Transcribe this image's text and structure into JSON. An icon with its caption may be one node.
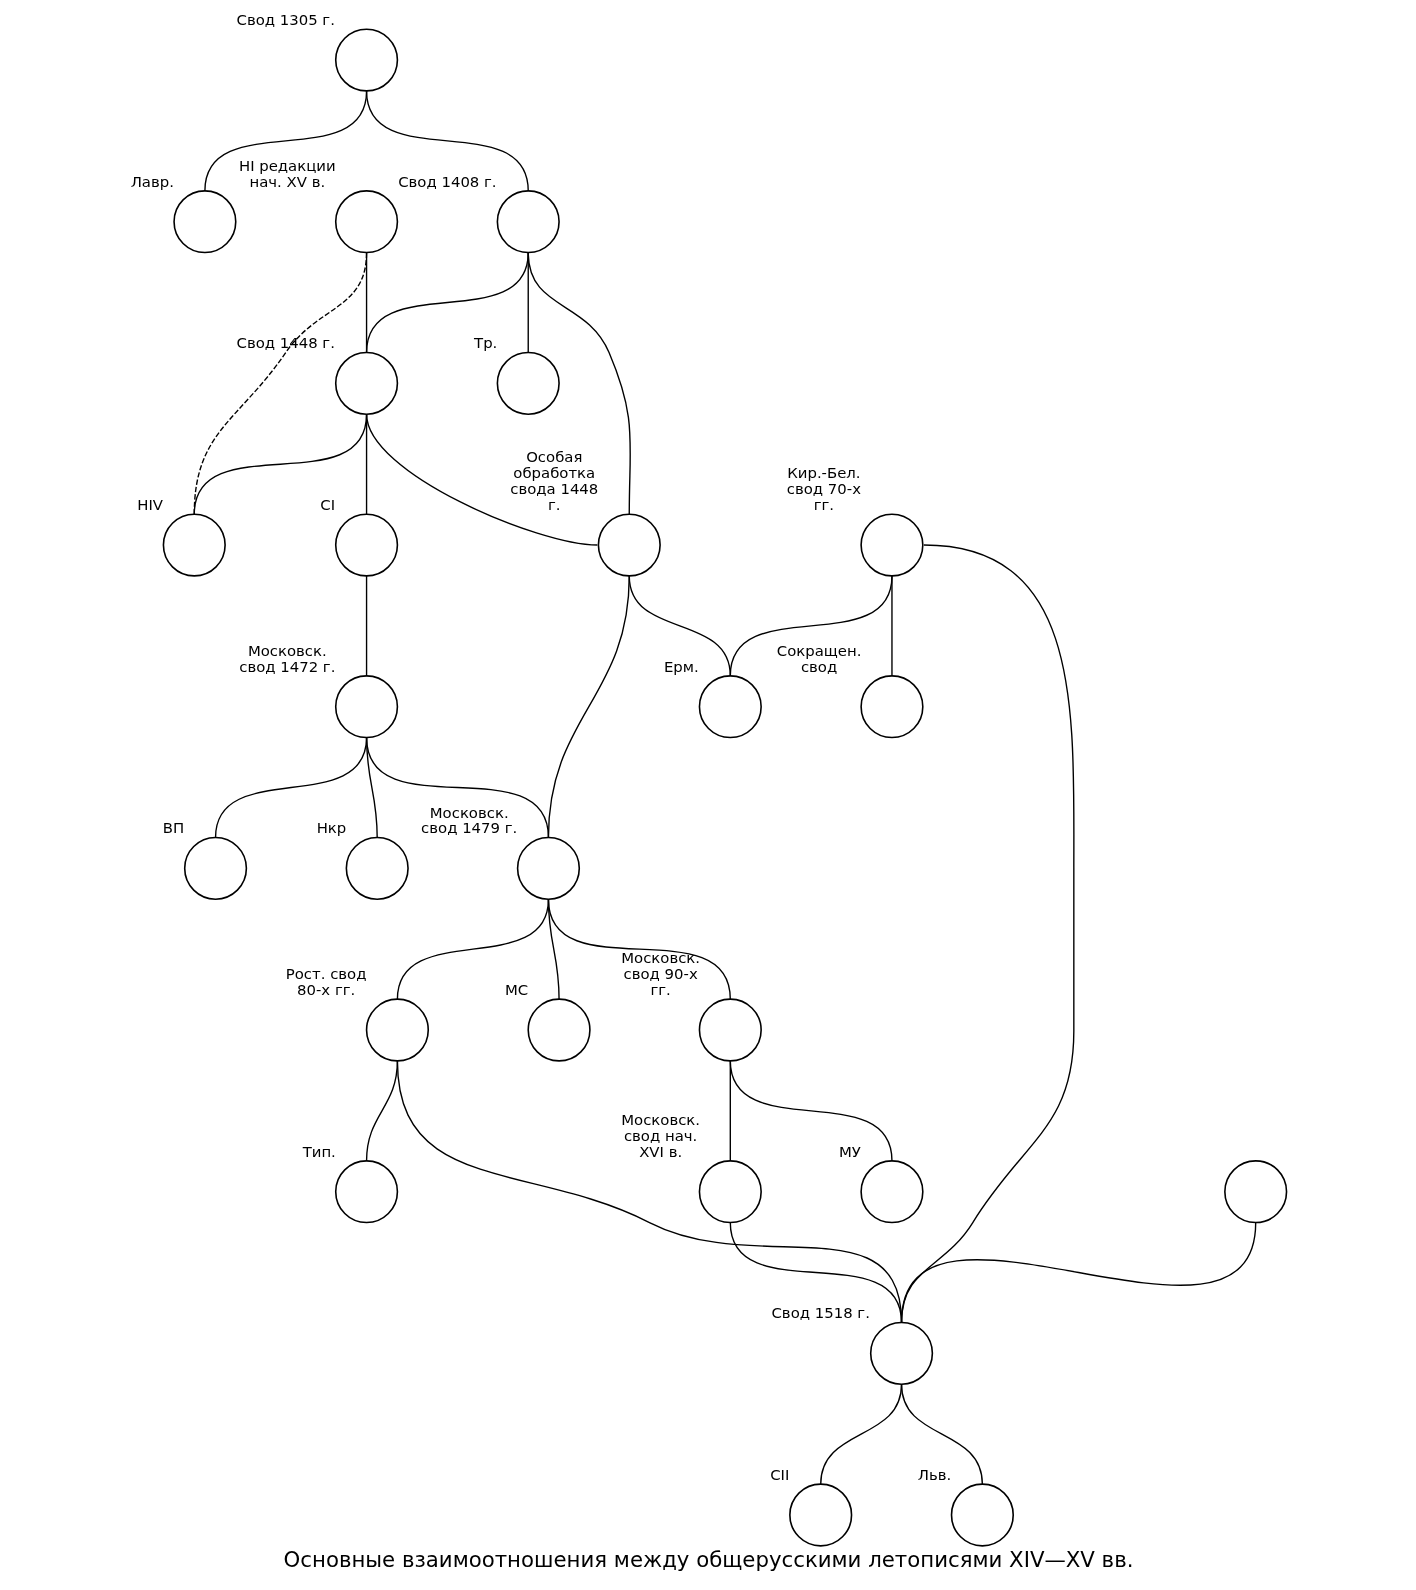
{
  "diagram": {
    "caption": "Основные взаимоотношения между общерусскими летописями XIV—XV вв.",
    "nodes": [
      {
        "text": [],
        "shape": "circle",
        "beside": [
          "Свод 1305 г."
        ]
      },
      {
        "text": [],
        "shape": "circle",
        "beside": [
          "Лавр."
        ]
      },
      {
        "text": [],
        "shape": "circle",
        "beside": [
          "НI редакции нач. XV в."
        ]
      },
      {
        "text": [],
        "shape": "circle",
        "beside": [
          "Свод 1408 г."
        ]
      },
      {
        "text": [],
        "shape": "circle",
        "beside": [
          "Тр."
        ]
      },
      {
        "text": [],
        "shape": "circle",
        "beside": [
          "Свод 1448 г."
        ]
      },
      {
        "text": [],
        "shape": "circle",
        "beside": [
          "НIV"
        ]
      },
      {
        "text": [],
        "shape": "circle",
        "beside": [
          "СI"
        ]
      },
      {
        "text": [],
        "shape": "circle",
        "beside": [
          "Кир.-Бел. свод 70-х гг."
        ]
      },
      {
        "text": [],
        "shape": "circle",
        "beside": [
          "Особая обработка свода 1448 г."
        ]
      },
      {
        "text": [],
        "shape": "circle",
        "beside": [
          "Московск. свод 1472 г."
        ]
      },
      {
        "text": [],
        "shape": "circle",
        "beside": [
          "Нкр"
        ]
      },
      {
        "text": [],
        "shape": "circle",
        "beside": [
          "Московск. свод 1479 г."
        ]
      },
      {
        "text": [],
        "shape": "circle",
        "beside": [
          "ВП"
        ]
      },
      {
        "text": [],
        "shape": "circle",
        "beside": [
          "Ерм."
        ]
      },
      {
        "text": [],
        "shape": "circle",
        "beside": [
          "Московск. свод 90-х гг."
        ]
      },
      {
        "text": [],
        "shape": "circle",
        "beside": [
          "МС"
        ]
      },
      {
        "text": [],
        "shape": "circle",
        "beside": [
          "Рост. свод 80-х гг."
        ]
      },
      {
        "text": [],
        "shape": "circle",
        "beside": [
          "Московск. свод нач. XVI в."
        ]
      },
      {
        "text": [],
        "shape": "circle",
        "beside": [
          "Сокращен. свод"
        ]
      },
      {
        "text": [],
        "shape": "circle",
        "beside": [
          "МУ"
        ]
      },
      {
        "text": [],
        "shape": "circle"
      },
      {
        "text": [],
        "shape": "circle",
        "beside": [
          "Тип."
        ]
      },
      {
        "text": [],
        "shape": "circle",
        "beside": [
          "Свод 1518 г."
        ]
      },
      {
        "text": [],
        "shape": "circle",
        "beside": [
          "СII"
        ]
      },
      {
        "text": [],
        "shape": "circle",
        "beside": [
          "Льв."
        ]
      }
    ],
    "edges": [
      {
        "from": 0,
        "to": 1,
        "arrow": "none"
      },
      {
        "from": 0,
        "to": 3,
        "arrow": "none"
      },
      {
        "from": 3,
        "to": 4,
        "arrow": "none"
      },
      {
        "from": 3,
        "to": 5,
        "arrow": "none"
      },
      {
        "from": 3,
        "to": 9,
        "arrow": "none"
      },
      {
        "from": 2,
        "to": 5,
        "arrow": "none"
      },
      {
        "from": 2,
        "to": 6,
        "arrow": "none",
        "style": "dashed"
      },
      {
        "from": 5,
        "to": 6,
        "arrow": "none"
      },
      {
        "from": 5,
        "to": 7,
        "arrow": "none"
      },
      {
        "from": 5,
        "to": 9,
        "arrow": "none"
      },
      {
        "from": 7,
        "to": 10,
        "arrow": "none"
      },
      {
        "from": 10,
        "to": 11,
        "arrow": "none"
      },
      {
        "from": 10,
        "to": 13,
        "arrow": "none"
      },
      {
        "from": 10,
        "to": 12,
        "arrow": "none"
      },
      {
        "from": 9,
        "to": 12,
        "arrow": "none"
      },
      {
        "from": 9,
        "to": 14,
        "arrow": "none"
      },
      {
        "from": 8,
        "to": 14,
        "arrow": "none"
      },
      {
        "from": 8,
        "to": 23,
        "arrow": "none"
      },
      {
        "from": 8,
        "to": 19,
        "arrow": "none"
      },
      {
        "from": 12,
        "to": 16,
        "arrow": "none"
      },
      {
        "from": 12,
        "to": 15,
        "arrow": "none"
      },
      {
        "from": 12,
        "to": 17,
        "arrow": "none"
      },
      {
        "from": 15,
        "to": 20,
        "arrow": "none"
      },
      {
        "from": 15,
        "to": 18,
        "arrow": "none"
      },
      {
        "from": 17,
        "to": 22,
        "arrow": "none"
      },
      {
        "from": 17,
        "to": 23,
        "arrow": "none"
      },
      {
        "from": 21,
        "to": 23,
        "arrow": "none"
      },
      {
        "from": 18,
        "to": 23,
        "arrow": "none"
      },
      {
        "from": 23,
        "to": 24,
        "arrow": "none"
      },
      {
        "from": 23,
        "to": 25,
        "arrow": "none"
      }
    ]
  }
}
